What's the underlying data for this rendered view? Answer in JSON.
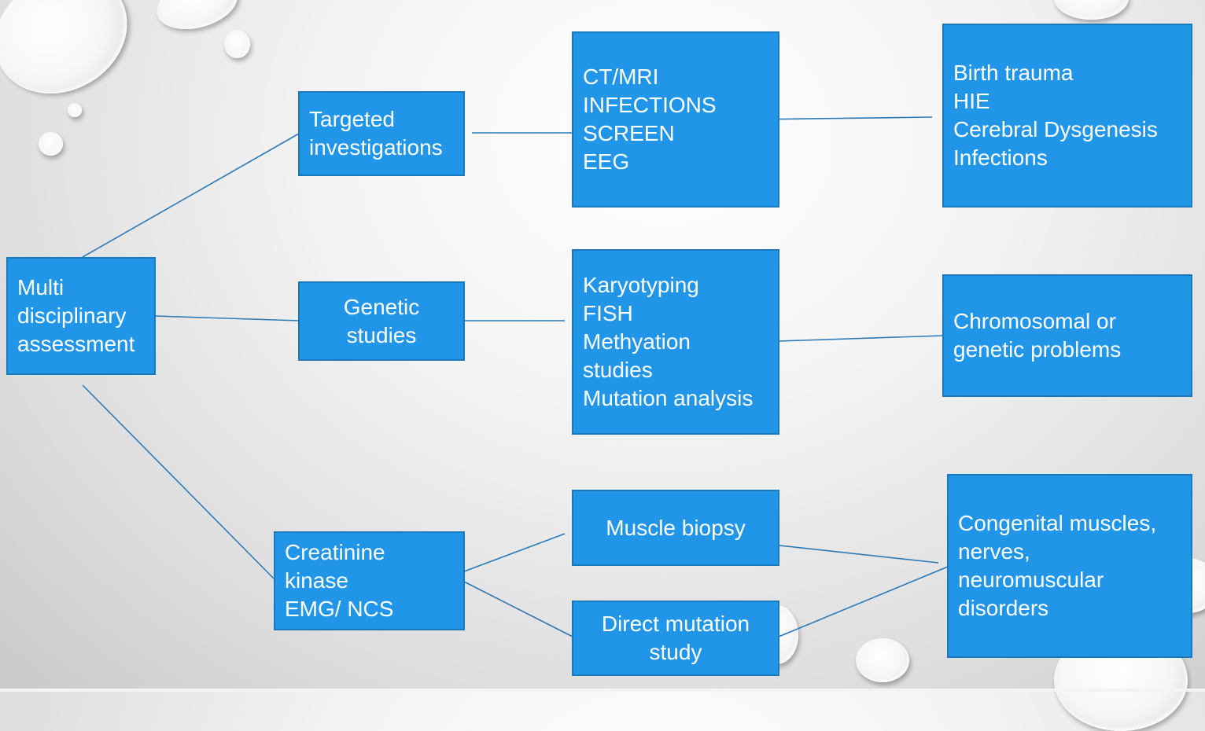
{
  "diagram": {
    "colors": {
      "box_fill": "#2196e8",
      "box_border": "#1a78bd",
      "connector": "#2a7ab8",
      "text": "#ffffff"
    },
    "nodes": {
      "multi": {
        "lines": [
          "Multi",
          "disciplinary",
          "assessment"
        ]
      },
      "targeted": {
        "lines": [
          "Targeted",
          "investigations"
        ]
      },
      "genetic": {
        "lines": [
          "Genetic",
          "studies"
        ]
      },
      "creatinine": {
        "lines": [
          "Creatinine",
          "kinase",
          "EMG/ NCS"
        ]
      },
      "imaging": {
        "lines": [
          "CT/MRI",
          "INFECTIONS",
          "SCREEN",
          "EEG"
        ]
      },
      "karyotyping": {
        "lines": [
          "Karyotyping",
          "FISH",
          "Methyation",
          "studies",
          "Mutation analysis"
        ]
      },
      "biopsy": {
        "lines": [
          "Muscle biopsy"
        ]
      },
      "direct": {
        "lines": [
          "Direct mutation",
          "study"
        ]
      },
      "birth": {
        "lines": [
          "Birth trauma",
          "HIE",
          "Cerebral Dysgenesis",
          "Infections"
        ]
      },
      "chromosomal": {
        "lines": [
          "Chromosomal or",
          "genetic problems"
        ]
      },
      "congenital": {
        "lines": [
          "Congenital muscles,",
          "nerves,",
          "neuromuscular",
          "disorders"
        ]
      }
    },
    "edges": [
      [
        "multi",
        "targeted"
      ],
      [
        "multi",
        "genetic"
      ],
      [
        "multi",
        "creatinine"
      ],
      [
        "targeted",
        "imaging"
      ],
      [
        "genetic",
        "karyotyping"
      ],
      [
        "creatinine",
        "biopsy"
      ],
      [
        "creatinine",
        "direct"
      ],
      [
        "imaging",
        "birth"
      ],
      [
        "karyotyping",
        "chromosomal"
      ],
      [
        "biopsy",
        "congenital"
      ],
      [
        "direct",
        "congenital"
      ]
    ]
  }
}
